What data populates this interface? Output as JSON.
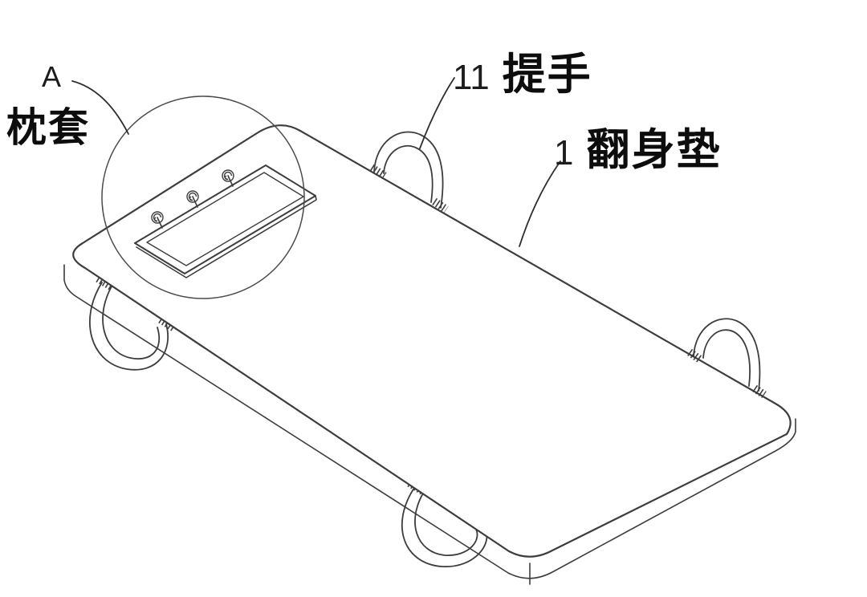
{
  "figure": {
    "labels": {
      "detail": {
        "ref": "A",
        "name": "枕套"
      },
      "handle": {
        "ref": "11",
        "name": "提手"
      },
      "pad": {
        "ref": "1",
        "name": "翻身垫"
      }
    },
    "colors": {
      "line": "#3d3d3d",
      "background": "#ffffff",
      "text": "#0d0d0d"
    }
  }
}
